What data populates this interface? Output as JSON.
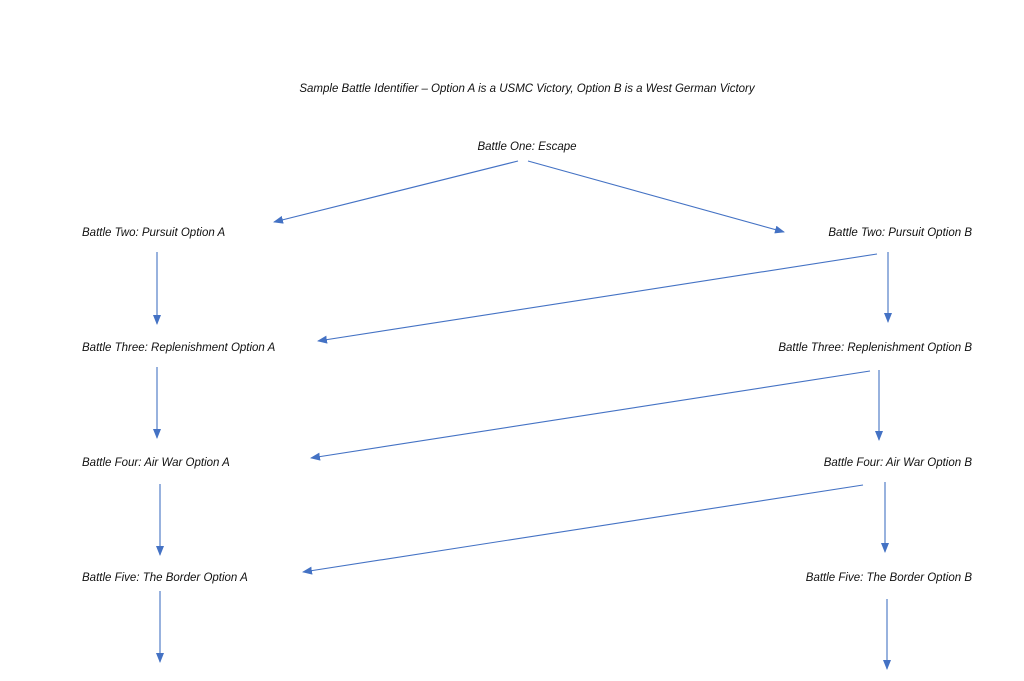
{
  "title": "Sample Battle Identifier – Option A is a USMC Victory, Option B is a West German Victory",
  "colors": {
    "arrow": "#4472C4",
    "text": "#111111",
    "background": "#ffffff"
  },
  "nodes": {
    "battle_one": "Battle One: Escape",
    "battle_two_a": "Battle Two: Pursuit Option A",
    "battle_two_b": "Battle Two: Pursuit Option B",
    "battle_three_a": "Battle Three: Replenishment Option A",
    "battle_three_b": "Battle Three: Replenishment Option B",
    "battle_four_a": "Battle Four: Air War Option A",
    "battle_four_b": "Battle Four: Air War Option B",
    "battle_five_a": "Battle Five: The Border Option A",
    "battle_five_b": "Battle Five: The Border Option B"
  },
  "edges": [
    {
      "from": "battle_one",
      "to": "battle_two_a"
    },
    {
      "from": "battle_one",
      "to": "battle_two_b"
    },
    {
      "from": "battle_two_a",
      "to": "battle_three_a"
    },
    {
      "from": "battle_two_b",
      "to": "battle_three_a"
    },
    {
      "from": "battle_two_b",
      "to": "battle_three_b"
    },
    {
      "from": "battle_three_a",
      "to": "battle_four_a"
    },
    {
      "from": "battle_three_b",
      "to": "battle_four_a"
    },
    {
      "from": "battle_three_b",
      "to": "battle_four_b"
    },
    {
      "from": "battle_four_a",
      "to": "battle_five_a"
    },
    {
      "from": "battle_four_b",
      "to": "battle_five_a"
    },
    {
      "from": "battle_four_b",
      "to": "battle_five_b"
    },
    {
      "from": "battle_five_a",
      "to": ""
    },
    {
      "from": "battle_five_b",
      "to": ""
    }
  ]
}
